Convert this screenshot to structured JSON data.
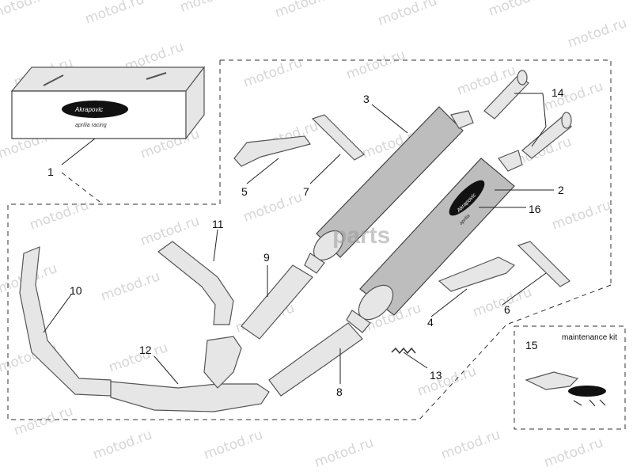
{
  "watermark": {
    "text": "motod.ru",
    "color": "#d6d6d6"
  },
  "box_logo": {
    "brand": "Akrapovic",
    "sub": "aprilia racing"
  },
  "silencer_logo": {
    "brand": "Akrapovic",
    "sub": "aprilia"
  },
  "overlay_logo": {
    "text": "parts"
  },
  "callouts": [
    "1",
    "2",
    "3",
    "4",
    "5",
    "6",
    "7",
    "8",
    "9",
    "10",
    "11",
    "12",
    "13",
    "14",
    "15",
    "16"
  ],
  "maintenance": {
    "label": "maintenance kit"
  }
}
